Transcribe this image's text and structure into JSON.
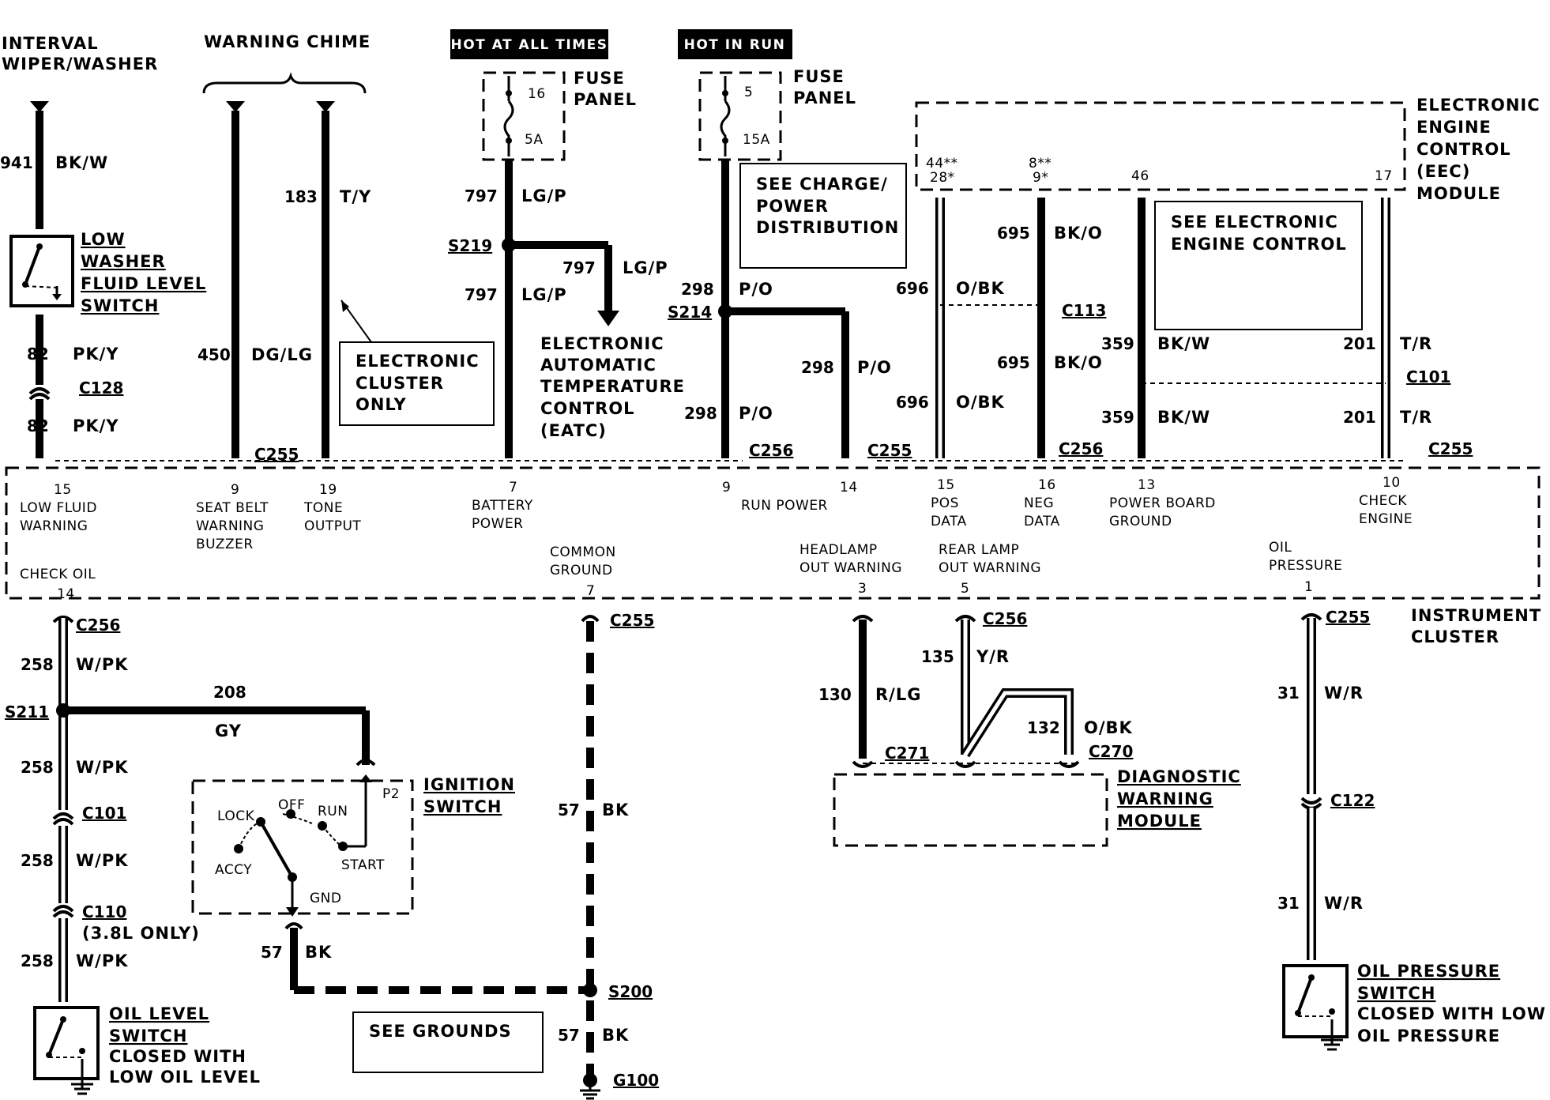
{
  "sections": {
    "interval_wiper_line1": "INTERVAL",
    "interval_wiper_line2": "WIPER/WASHER",
    "warning_chime": "WARNING CHIME"
  },
  "banners": {
    "hot_at_all_times": "HOT AT ALL TIMES",
    "hot_in_run": "HOT IN RUN"
  },
  "fuse_panels": [
    {
      "label_line1": "FUSE",
      "label_line2": "PANEL",
      "fuse_number": "16",
      "rating": "5A"
    },
    {
      "label_line1": "FUSE",
      "label_line2": "PANEL",
      "fuse_number": "5",
      "rating": "15A"
    }
  ],
  "notes": {
    "see_charge_1": "SEE CHARGE/",
    "see_charge_2": "POWER",
    "see_charge_3": "DISTRIBUTION",
    "see_eec_1": "SEE ELECTRONIC",
    "see_eec_2": "ENGINE CONTROL",
    "electronic_cluster_1": "ELECTRONIC",
    "electronic_cluster_2": "CLUSTER",
    "electronic_cluster_3": "ONLY",
    "see_grounds": "SEE GROUNDS",
    "c110_note": "(3.8L ONLY)"
  },
  "eec_module": {
    "line1": "ELECTRONIC",
    "line2": "ENGINE",
    "line3": "CONTROL",
    "line4": "(EEC)",
    "line5": "MODULE",
    "pins": [
      "44**",
      "28*",
      "8**",
      "9*",
      "46",
      "17"
    ]
  },
  "eatc": {
    "line1": "ELECTRONIC",
    "line2": "AUTOMATIC",
    "line3": "TEMPERATURE",
    "line4": "CONTROL",
    "line5": "(EATC)"
  },
  "components": {
    "low_washer_1": "LOW",
    "low_washer_2": "WASHER",
    "low_washer_3": "FLUID LEVEL",
    "low_washer_4": "SWITCH",
    "ignition_1": "IGNITION",
    "ignition_2": "SWITCH",
    "diag_1": "DIAGNOSTIC",
    "diag_2": "WARNING",
    "diag_3": "MODULE",
    "oil_level_1": "OIL LEVEL",
    "oil_level_2": "SWITCH",
    "oil_level_3": "CLOSED WITH",
    "oil_level_4": "LOW OIL LEVEL",
    "oil_pressure_1": "OIL PRESSURE",
    "oil_pressure_2": "SWITCH",
    "oil_pressure_3": "CLOSED WITH LOW",
    "oil_pressure_4": "OIL PRESSURE",
    "instrument_cluster_1": "INSTRUMENT",
    "instrument_cluster_2": "CLUSTER"
  },
  "ignition_positions": {
    "lock": "LOCK",
    "off": "OFF",
    "run": "RUN",
    "accy": "ACCY",
    "start": "START",
    "gnd": "GND",
    "p2": "P2"
  },
  "wires": {
    "w941": "941",
    "bk_w": "BK/W",
    "w82": "82",
    "pk_y": "PK/Y",
    "w450": "450",
    "dg_lg": "DG/LG",
    "w183": "183",
    "t_y": "T/Y",
    "w797": "797",
    "lg_p": "LG/P",
    "w298": "298",
    "p_o": "P/O",
    "w696": "696",
    "o_bk": "O/BK",
    "w695": "695",
    "bk_o": "BK/O",
    "w359": "359",
    "w201": "201",
    "t_r": "T/R",
    "w258": "258",
    "w_pk": "W/PK",
    "w208": "208",
    "gy": "GY",
    "w57": "57",
    "bk": "BK",
    "w130": "130",
    "r_lg": "R/LG",
    "w135": "135",
    "y_r": "Y/R",
    "w132": "132",
    "w31": "31",
    "w_r": "W/R"
  },
  "connectors": {
    "c128": "C128",
    "c255": "C255",
    "c256": "C256",
    "c113": "C113",
    "c101": "C101",
    "c110": "C110",
    "c271": "C271",
    "c270": "C270",
    "c122": "C122",
    "s219": "S219",
    "s214": "S214",
    "s211": "S211",
    "s200": "S200",
    "g100": "G100"
  },
  "cluster_pins": [
    {
      "pin": "15",
      "name1": "LOW FLUID",
      "name2": "WARNING"
    },
    {
      "pin": "9",
      "name1": "SEAT BELT",
      "name2": "WARNING",
      "name3": "BUZZER"
    },
    {
      "pin": "19",
      "name1": "TONE",
      "name2": "OUTPUT"
    },
    {
      "pin": "7",
      "name1": "BATTERY",
      "name2": "POWER"
    },
    {
      "pin": "9",
      "name1": "RUN POWER"
    },
    {
      "pin": "14",
      "name1": ""
    },
    {
      "pin": "15",
      "name1": "POS",
      "name2": "DATA"
    },
    {
      "pin": "16",
      "name1": "NEG",
      "name2": "DATA"
    },
    {
      "pin": "13",
      "name1": "POWER BOARD",
      "name2": "GROUND"
    },
    {
      "pin": "10",
      "name1": "CHECK",
      "name2": "ENGINE"
    }
  ],
  "cluster_bottom_pins": [
    {
      "pin": "14",
      "name1": "CHECK OIL"
    },
    {
      "pin": "7",
      "name1": "COMMON",
      "name2": "GROUND"
    },
    {
      "pin": "3",
      "name1": "HEADLAMP",
      "name2": "OUT WARNING"
    },
    {
      "pin": "5",
      "name1": "REAR LAMP",
      "name2": "OUT WARNING"
    },
    {
      "pin": "1",
      "name1": "OIL",
      "name2": "PRESSURE"
    }
  ]
}
